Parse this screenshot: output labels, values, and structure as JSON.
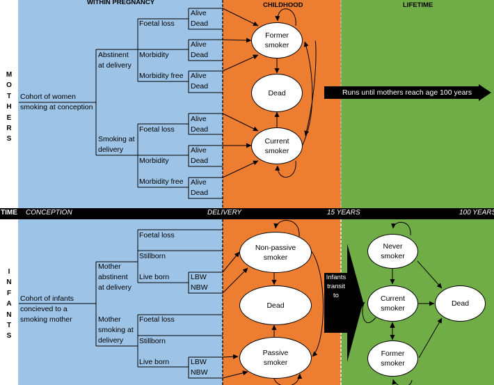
{
  "colors": {
    "within_pregnancy": "#9dc3e6",
    "childhood": "#ed7d31",
    "lifetime": "#70ad47",
    "timeline": "#000000"
  },
  "headers": {
    "within_pregnancy": "WITHIN PREGNANCY",
    "childhood": "CHILDHOOD",
    "lifetime": "LIFETIME"
  },
  "side_labels": {
    "mothers": [
      "M",
      "O",
      "T",
      "H",
      "E",
      "R",
      "S"
    ],
    "infants": [
      "I",
      "N",
      "F",
      "A",
      "N",
      "T",
      "S"
    ]
  },
  "timeline": {
    "label": "TIME",
    "points": [
      "CONCEPTION",
      "DELIVERY",
      "15 YEARS",
      "100 YEARS"
    ]
  },
  "mothers": {
    "root": [
      "Cohort of women",
      "smoking at conception"
    ],
    "branches": [
      {
        "label": [
          "Abstinent",
          "at delivery"
        ],
        "outcomes": [
          {
            "label": "Foetal loss",
            "states": [
              "Alive",
              "Dead"
            ]
          },
          {
            "label": "Morbidity",
            "states": [
              "Alive",
              "Dead"
            ]
          },
          {
            "label": "Morbidity free",
            "states": [
              "Alive",
              "Dead"
            ]
          }
        ]
      },
      {
        "label": [
          "Smoking at",
          "delivery"
        ],
        "outcomes": [
          {
            "label": "Foetal loss",
            "states": [
              "Alive",
              "Dead"
            ]
          },
          {
            "label": "Morbidity",
            "states": [
              "Alive",
              "Dead"
            ]
          },
          {
            "label": "Morbidity free",
            "states": [
              "Alive",
              "Dead"
            ]
          }
        ]
      }
    ],
    "childhood_states": {
      "former": [
        "Former",
        "smoker"
      ],
      "dead": [
        "Dead"
      ],
      "current": [
        "Current",
        "smoker"
      ]
    },
    "lifetime_arrow": "Runs until mothers reach age 100 years"
  },
  "infants": {
    "root": [
      "Cohort of infants",
      "concieved to a",
      "smoking mother"
    ],
    "branches": [
      {
        "label": [
          "Mother",
          "abstinent",
          "at delivery"
        ],
        "outcomes": [
          {
            "label": "Foetal loss"
          },
          {
            "label": "Stillborn"
          },
          {
            "label": "Live born",
            "states": [
              "LBW",
              "NBW"
            ]
          }
        ]
      },
      {
        "label": [
          "Mother",
          "smoking at",
          "delivery"
        ],
        "outcomes": [
          {
            "label": "Foetal loss"
          },
          {
            "label": "Stillborn"
          },
          {
            "label": "Live born",
            "states": [
              "LBW",
              "NBW"
            ]
          }
        ]
      }
    ],
    "childhood_states": {
      "non_passive": [
        "Non-passive",
        "smoker"
      ],
      "dead": [
        "Dead"
      ],
      "passive": [
        "Passive",
        "smoker"
      ]
    },
    "transit_label": [
      "Infants",
      "transit",
      "to"
    ],
    "lifetime_states": {
      "never": [
        "Never",
        "smoker"
      ],
      "current": [
        "Current",
        "smoker"
      ],
      "former": [
        "Former",
        "smoker"
      ],
      "dead": [
        "Dead"
      ]
    }
  }
}
